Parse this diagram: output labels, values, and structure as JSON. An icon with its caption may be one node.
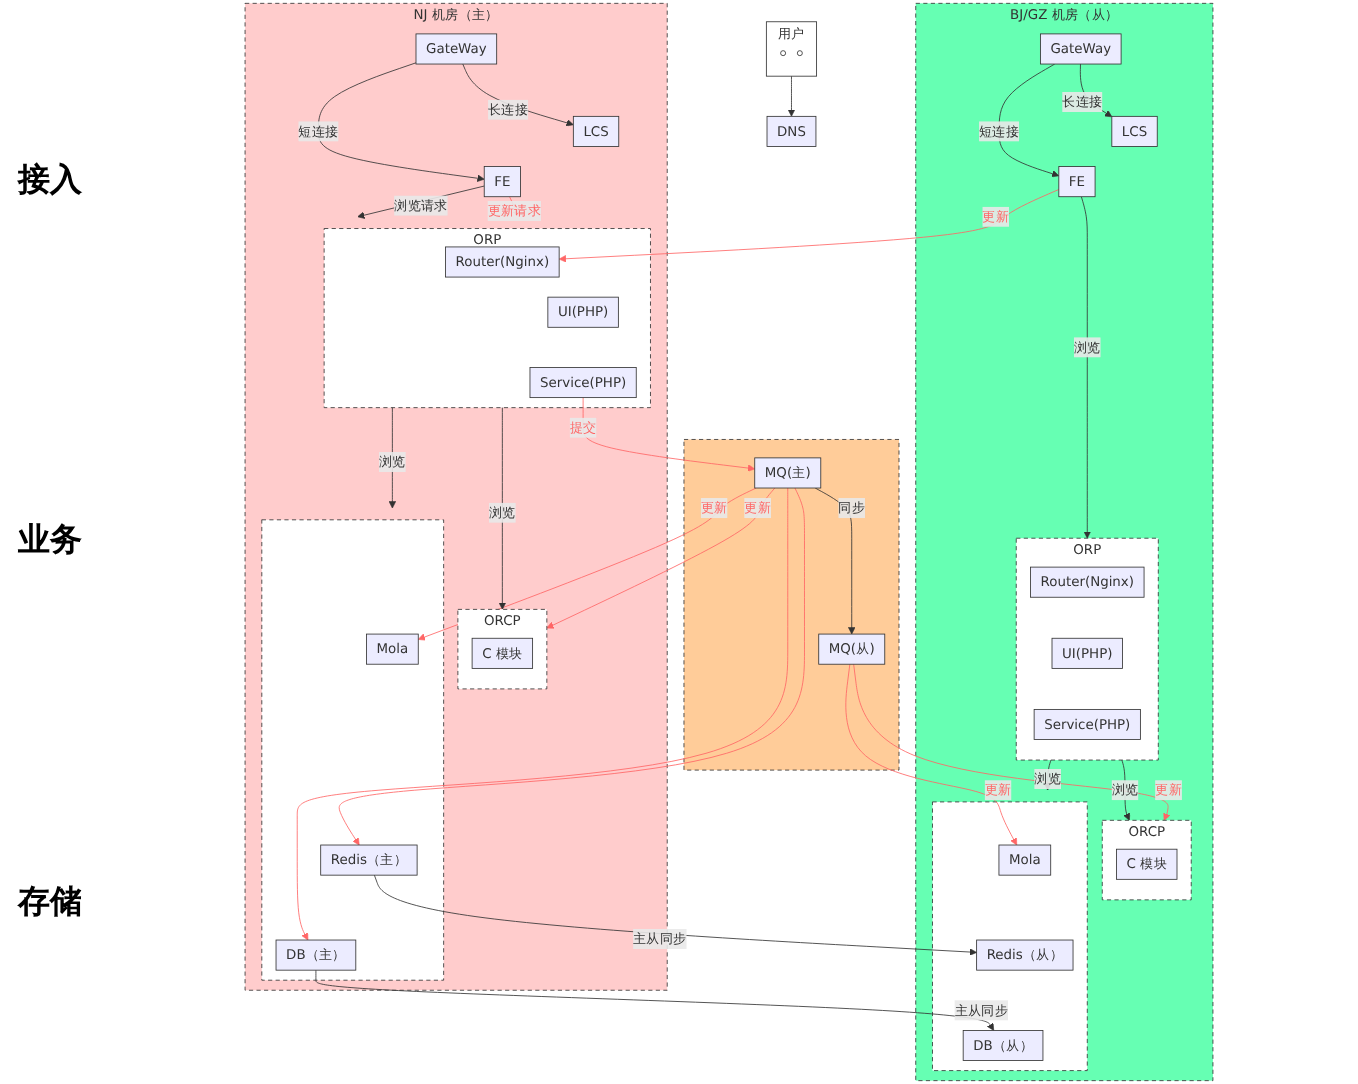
{
  "diagram": {
    "nodes": [
      {
        "text": [
          "用户"
        ]
      },
      {
        "text": [],
        "shape": "person",
        "in": 0
      },
      {
        "text": [],
        "shape": "person",
        "in": 0
      },
      {
        "text": [
          "DNS"
        ]
      },
      {
        "text": [
          "NJ 机房（主）"
        ]
      },
      {
        "text": [
          "GateWay"
        ],
        "in": 4
      },
      {
        "text": [
          "LCS"
        ],
        "in": 4
      },
      {
        "text": [
          "FE"
        ],
        "in": 4
      },
      {
        "text": [
          "ORP"
        ],
        "in": 4
      },
      {
        "text": [
          "Router(Nginx)"
        ],
        "in": 8
      },
      {
        "text": [
          "UI(PHP)"
        ],
        "in": 8
      },
      {
        "text": [
          "Service(PHP)"
        ],
        "in": 8
      },
      {
        "text": [
          "ORCP"
        ],
        "in": 4
      },
      {
        "text": [
          "C 模块"
        ],
        "in": 12
      },
      {
        "text": [],
        "shape": "box",
        "in": 4
      },
      {
        "text": [
          "Mola"
        ],
        "in": 14
      },
      {
        "text": [
          "Redis（主）"
        ],
        "in": 14
      },
      {
        "text": [
          "DB（主）"
        ],
        "in": 14
      },
      {
        "text": [],
        "shape": "box"
      },
      {
        "text": [
          "MQ(主)"
        ],
        "in": 18
      },
      {
        "text": [
          "MQ(从)"
        ],
        "in": 18
      },
      {
        "text": [
          "BJ/GZ 机房（从）"
        ]
      },
      {
        "text": [
          "GateWay"
        ],
        "in": 21
      },
      {
        "text": [
          "LCS"
        ],
        "in": 21
      },
      {
        "text": [
          "FE"
        ],
        "in": 21
      },
      {
        "text": [
          "ORP"
        ],
        "in": 21
      },
      {
        "text": [
          "Router(Nginx)"
        ],
        "in": 25
      },
      {
        "text": [
          "UI(PHP)"
        ],
        "in": 25
      },
      {
        "text": [
          "Service(PHP)"
        ],
        "in": 25
      },
      {
        "text": [
          "ORCP"
        ],
        "in": 21
      },
      {
        "text": [
          "C 模块"
        ],
        "in": 29
      },
      {
        "text": [],
        "shape": "box",
        "in": 21
      },
      {
        "text": [
          "Mola"
        ],
        "in": 31
      },
      {
        "text": [
          "Redis（从）"
        ],
        "in": 31
      },
      {
        "text": [
          "DB（从）"
        ],
        "in": 31
      }
    ],
    "edges": [
      {
        "from": 0,
        "to": 3,
        "arrow": "to"
      },
      {
        "from": 5,
        "to": 7,
        "arrow": "to",
        "label": "短连接"
      },
      {
        "from": 5,
        "to": 6,
        "arrow": "to",
        "label": "长连接"
      },
      {
        "from": 7,
        "to": 8,
        "arrow": "to",
        "label": "浏览请求"
      },
      {
        "from": 7,
        "to": 8,
        "arrow": "to",
        "label": "更新请求",
        "color": "#ff6666"
      },
      {
        "from": 24,
        "to": 9,
        "arrow": "to",
        "label": "更新",
        "color": "#ff6666"
      },
      {
        "from": 11,
        "to": 19,
        "arrow": "to",
        "label": "提交",
        "color": "#ff6666"
      },
      {
        "from": 19,
        "to": 20,
        "arrow": "to",
        "label": "同步"
      },
      {
        "from": 19,
        "to": 12,
        "arrow": "to",
        "label": "更新",
        "color": "#ff6666"
      },
      {
        "from": 19,
        "to": 15,
        "arrow": "to",
        "label": "更新",
        "color": "#ff6666"
      },
      {
        "from": 19,
        "to": 16,
        "arrow": "to",
        "color": "#ff6666"
      },
      {
        "from": 19,
        "to": 17,
        "arrow": "to",
        "color": "#ff6666"
      },
      {
        "from": 8,
        "to": 12,
        "arrow": "to",
        "label": "浏览"
      },
      {
        "from": 8,
        "to": 14,
        "arrow": "to",
        "label": "浏览"
      },
      {
        "from": 16,
        "to": 33,
        "arrow": "to",
        "label": "主从同步"
      },
      {
        "from": 17,
        "to": 34,
        "arrow": "to",
        "label": "主从同步"
      },
      {
        "from": 22,
        "to": 24,
        "arrow": "to",
        "label": "短连接"
      },
      {
        "from": 22,
        "to": 23,
        "arrow": "to",
        "label": "长连接"
      },
      {
        "from": 24,
        "to": 25,
        "arrow": "to",
        "label": "浏览"
      },
      {
        "from": 25,
        "to": 29,
        "arrow": "to",
        "label": "浏览"
      },
      {
        "from": 25,
        "to": 31,
        "arrow": "to",
        "label": "浏览"
      },
      {
        "from": 20,
        "to": 29,
        "arrow": "to",
        "label": "更新",
        "color": "#ff6666"
      },
      {
        "from": 20,
        "to": 32,
        "arrow": "to",
        "label": "更新",
        "color": "#ff6666"
      }
    ],
    "labels": [
      "接入",
      "业务",
      "存储"
    ]
  }
}
